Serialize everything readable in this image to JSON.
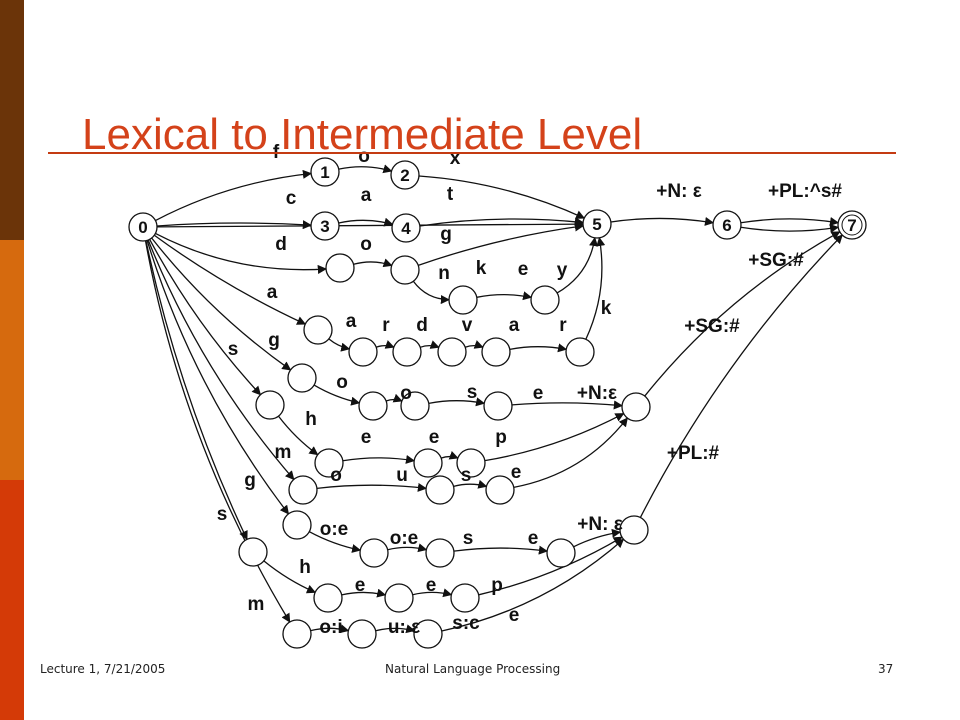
{
  "slide": {
    "title": "Lexical to Intermediate Level",
    "footer_left": "Lecture 1, 7/21/2005",
    "footer_center": "Natural Language Processing",
    "footer_right": "37"
  },
  "colors": {
    "title": "#d4421a",
    "bar_top": "#6b3409",
    "bar_middle": "#d66a0e",
    "bar_bottom": "#d43a07"
  },
  "fst": {
    "states": [
      {
        "id": "s0",
        "label": "0"
      },
      {
        "id": "s1",
        "label": "1"
      },
      {
        "id": "s2",
        "label": "2"
      },
      {
        "id": "s3",
        "label": "3"
      },
      {
        "id": "s4",
        "label": "4"
      },
      {
        "id": "s5",
        "label": "5"
      },
      {
        "id": "s6",
        "label": "6"
      },
      {
        "id": "s7",
        "label": "7"
      },
      {
        "id": "d1",
        "label": ""
      },
      {
        "id": "d2",
        "label": ""
      },
      {
        "id": "d3",
        "label": ""
      },
      {
        "id": "d4",
        "label": ""
      },
      {
        "id": "a1",
        "label": ""
      },
      {
        "id": "a2",
        "label": ""
      },
      {
        "id": "a3",
        "label": ""
      },
      {
        "id": "a4",
        "label": ""
      },
      {
        "id": "a5",
        "label": ""
      },
      {
        "id": "a6",
        "label": ""
      },
      {
        "id": "g1",
        "label": ""
      },
      {
        "id": "g2",
        "label": ""
      },
      {
        "id": "g3",
        "label": ""
      },
      {
        "id": "g4",
        "label": ""
      },
      {
        "id": "sh1",
        "label": ""
      },
      {
        "id": "sh2",
        "label": ""
      },
      {
        "id": "sh3",
        "label": ""
      },
      {
        "id": "sh4",
        "label": ""
      },
      {
        "id": "m1",
        "label": ""
      },
      {
        "id": "m2",
        "label": ""
      },
      {
        "id": "m3",
        "label": ""
      },
      {
        "id": "x1",
        "label": ""
      },
      {
        "id": "g5",
        "label": ""
      },
      {
        "id": "g6",
        "label": ""
      },
      {
        "id": "g7",
        "label": ""
      },
      {
        "id": "g8",
        "label": ""
      },
      {
        "id": "sh5",
        "label": ""
      },
      {
        "id": "sh6",
        "label": ""
      },
      {
        "id": "sh7",
        "label": ""
      },
      {
        "id": "sh8",
        "label": ""
      },
      {
        "id": "m4",
        "label": ""
      },
      {
        "id": "m5",
        "label": ""
      },
      {
        "id": "m6",
        "label": ""
      },
      {
        "id": "x2",
        "label": ""
      }
    ],
    "arcs": [
      {
        "id": "e01",
        "label": "f"
      },
      {
        "id": "e12",
        "label": "o"
      },
      {
        "id": "e25",
        "label": "x"
      },
      {
        "id": "e03",
        "label": "c"
      },
      {
        "id": "e34",
        "label": "a"
      },
      {
        "id": "e45",
        "label": "t"
      },
      {
        "id": "e0d",
        "label": "d"
      },
      {
        "id": "ed12",
        "label": "o"
      },
      {
        "id": "ed2_5",
        "label": "g"
      },
      {
        "id": "ed23",
        "label": "n"
      },
      {
        "id": "ed34",
        "label": "k"
      },
      {
        "id": "ed45",
        "label": "e"
      },
      {
        "id": "ed5_5",
        "label": "y"
      },
      {
        "id": "e0a",
        "label": "a"
      },
      {
        "id": "ea12",
        "label": "a"
      },
      {
        "id": "ea23",
        "label": "r"
      },
      {
        "id": "ea34",
        "label": "d"
      },
      {
        "id": "ea45",
        "label": "v"
      },
      {
        "id": "ea56",
        "label": "a"
      },
      {
        "id": "ea6_5",
        "label": "r"
      },
      {
        "id": "e0_5k",
        "label": "k"
      },
      {
        "id": "e56",
        "label": "+N: ε"
      },
      {
        "id": "e67",
        "label": "+PL:^s#"
      },
      {
        "id": "e6_7sg",
        "label": "+SG:#"
      },
      {
        "id": "e0g",
        "label": "g"
      },
      {
        "id": "eg12",
        "label": "o"
      },
      {
        "id": "eg23",
        "label": "o"
      },
      {
        "id": "eg34",
        "label": "s"
      },
      {
        "id": "eg4x",
        "label": "e"
      },
      {
        "id": "e0s",
        "label": "s"
      },
      {
        "id": "esh12",
        "label": "h"
      },
      {
        "id": "esh23",
        "label": "e"
      },
      {
        "id": "esh34",
        "label": "e"
      },
      {
        "id": "esh4x",
        "label": "p"
      },
      {
        "id": "e0m",
        "label": "m"
      },
      {
        "id": "em12",
        "label": "o"
      },
      {
        "id": "em23",
        "label": "u"
      },
      {
        "id": "em3x",
        "label": "s"
      },
      {
        "id": "emx",
        "label": "e"
      },
      {
        "id": "ex1n",
        "label": "+N:ε"
      },
      {
        "id": "en7sg",
        "label": "+SG:#"
      },
      {
        "id": "e0g2",
        "label": "g"
      },
      {
        "id": "eg56",
        "label": "o:e"
      },
      {
        "id": "eg67",
        "label": "o:e"
      },
      {
        "id": "eg78",
        "label": "s"
      },
      {
        "id": "eg8x",
        "label": "e"
      },
      {
        "id": "e0s2",
        "label": "s"
      },
      {
        "id": "esh56",
        "label": "h"
      },
      {
        "id": "esh67",
        "label": "e"
      },
      {
        "id": "esh78",
        "label": "e"
      },
      {
        "id": "esh8x",
        "label": "p"
      },
      {
        "id": "e0m2",
        "label": "m"
      },
      {
        "id": "em45",
        "label": "o:i"
      },
      {
        "id": "em56",
        "label": "u: ε"
      },
      {
        "id": "em6x",
        "label": "s:c"
      },
      {
        "id": "emx2",
        "label": "e"
      },
      {
        "id": "ex2n",
        "label": "+N: ε"
      },
      {
        "id": "en7pl",
        "label": "+PL:#"
      }
    ]
  }
}
